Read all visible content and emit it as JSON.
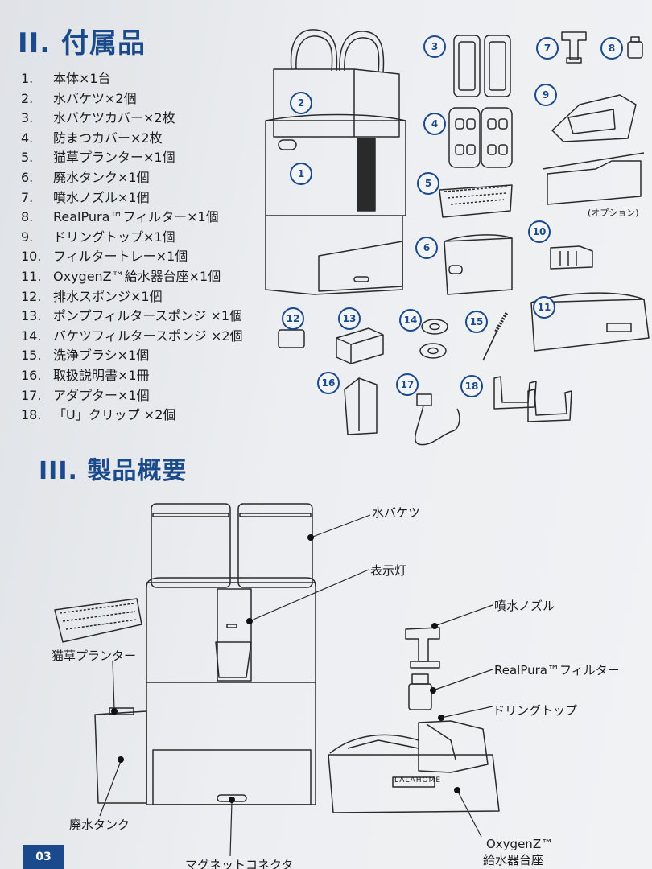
{
  "section_components": {
    "title": "II. 付属品"
  },
  "parts": [
    {
      "n": "1.",
      "label": "本体×1台"
    },
    {
      "n": "2.",
      "label": "水バケツ×2個"
    },
    {
      "n": "3.",
      "label": "水バケツカバー×2枚"
    },
    {
      "n": "4.",
      "label": "防まつカバー×2枚"
    },
    {
      "n": "5.",
      "label": "猫草プランター×1個"
    },
    {
      "n": "6.",
      "label": "廃水タンク×1個"
    },
    {
      "n": "7.",
      "label": "噴水ノズル×1個"
    },
    {
      "n": "8.",
      "label": "RealPura™フィルター×1個"
    },
    {
      "n": "9.",
      "label": "ドリングトップ×1個"
    },
    {
      "n": "10.",
      "label": "フィルタートレー×1個"
    },
    {
      "n": "11.",
      "label": "OxygenZ™給水器台座×1個"
    },
    {
      "n": "12.",
      "label": "排水スポンジ×1個"
    },
    {
      "n": "13.",
      "label": "ポンプフィルタースポンジ ×1個"
    },
    {
      "n": "14.",
      "label": "バケツフィルタースポンジ ×2個"
    },
    {
      "n": "15.",
      "label": "洗浄ブラシ×1個"
    },
    {
      "n": "16.",
      "label": "取扱説明書×1冊"
    },
    {
      "n": "17.",
      "label": "アダプター×1個"
    },
    {
      "n": "18.",
      "label": "「U」クリップ ×2個"
    }
  ],
  "badges": [
    "1",
    "2",
    "3",
    "4",
    "5",
    "6",
    "7",
    "8",
    "9",
    "10",
    "11",
    "12",
    "13",
    "14",
    "15",
    "16",
    "17",
    "18"
  ],
  "optional_note": "(オプション)",
  "section_overview": {
    "title": "III. 製品概要"
  },
  "callouts": {
    "water_bucket": "水バケツ",
    "indicator": "表示灯",
    "nozzle": "噴水ノズル",
    "filter": "RealPura™フィルター",
    "drinking_top": "ドリングトップ",
    "planter": "猫草プランター",
    "waste_tank": "廃水タンク",
    "base_line1": "OxygenZ™",
    "base_line2": "給水器台座",
    "magnet": "マグネットコネクタ"
  },
  "brand_text": "LALAHOME",
  "page_number": "03"
}
